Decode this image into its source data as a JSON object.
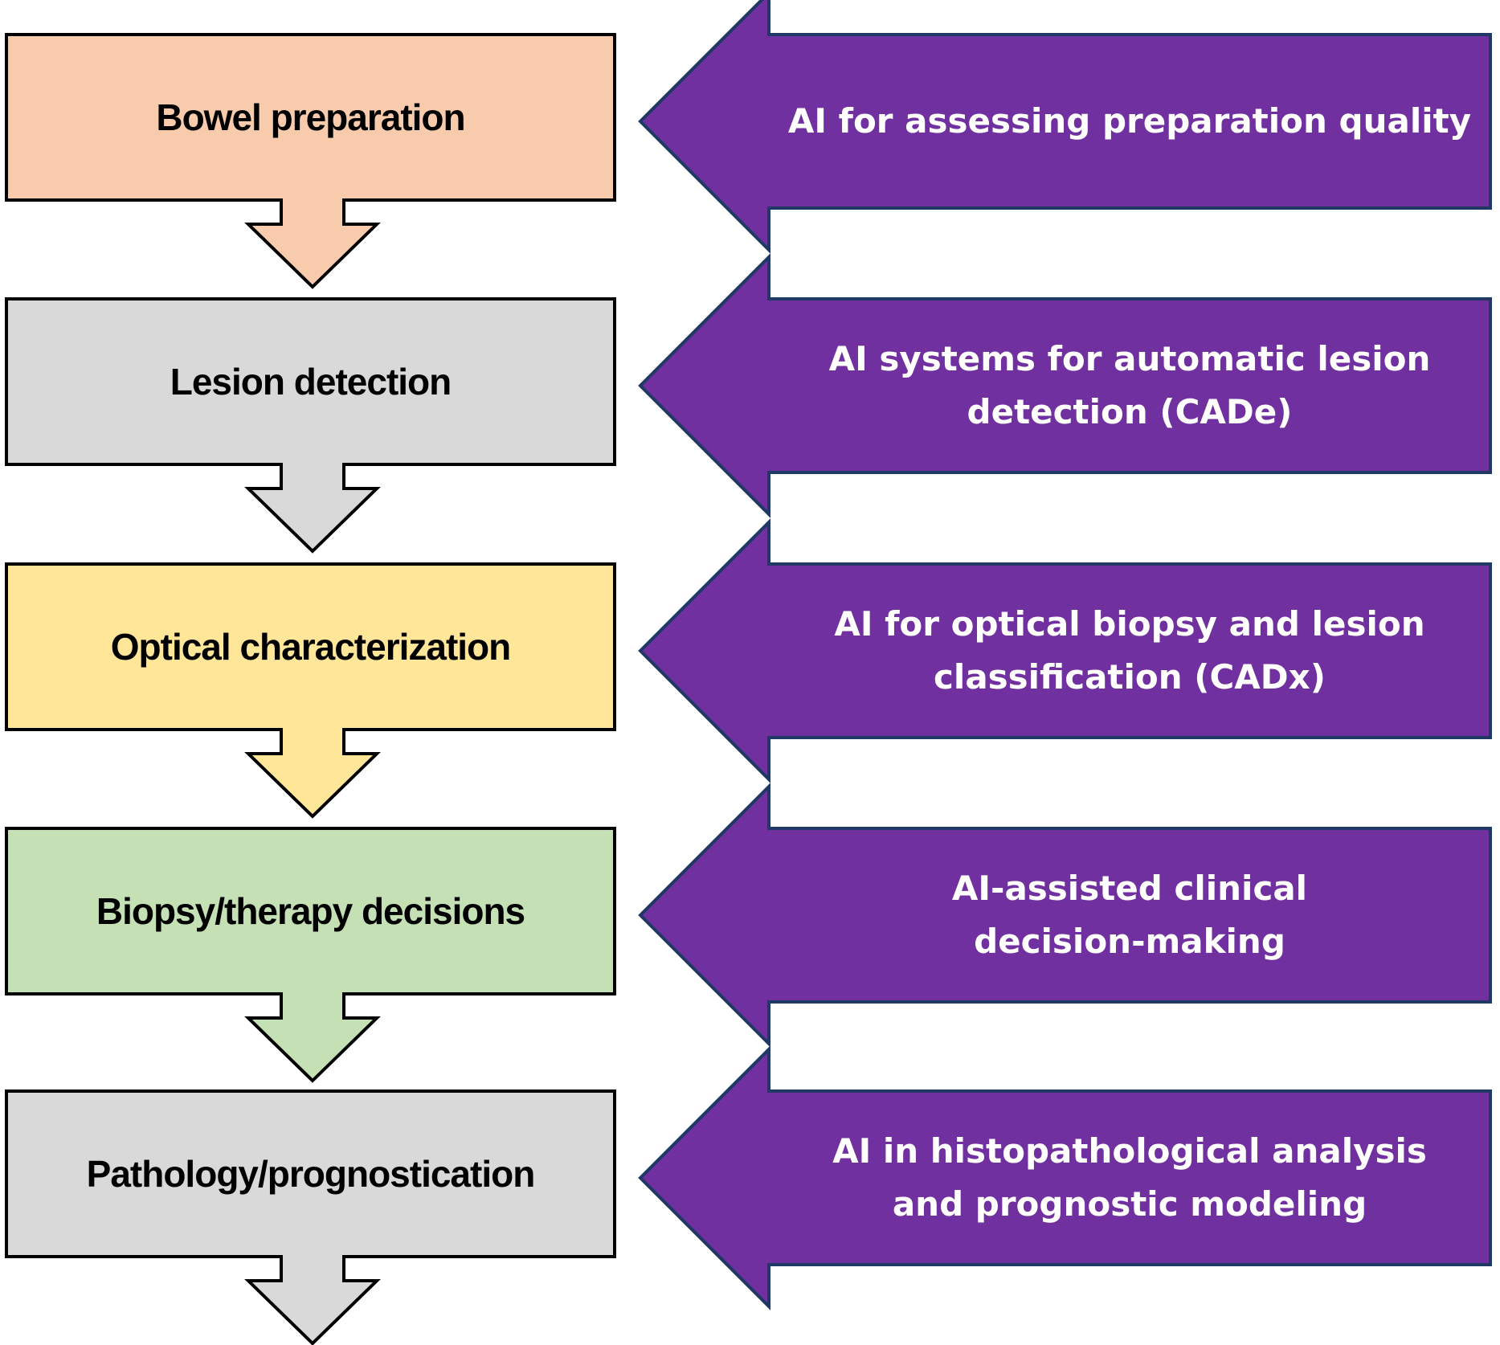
{
  "diagram": {
    "title_implicit": "Colonoscopy workflow steps with AI applications",
    "colors": {
      "background": "#FFFFFF",
      "ai_arrow_fill": "#70309F",
      "ai_arrow_border": "#1F3864",
      "step_border": "#000000",
      "step_text": "#000000",
      "ai_text": "#FFFFFF"
    },
    "rows": [
      {
        "step": "Bowel preparation",
        "step_color": "#F8CBAD",
        "ai": "AI for assessing preparation quality"
      },
      {
        "step": "Lesion detection",
        "step_color": "#D9D9D9",
        "ai": "AI systems for automatic lesion\ndetection (CADe)"
      },
      {
        "step": "Optical characterization",
        "step_color": "#FFE699",
        "ai": "AI for optical biopsy and lesion\nclassification (CADx)"
      },
      {
        "step": "Biopsy/therapy decisions",
        "step_color": "#C5E0B4",
        "ai": "AI-assisted clinical\ndecision-making"
      },
      {
        "step": "Pathology/prognostication",
        "step_color": "#D9D9D9",
        "ai": "AI in histopathological analysis\nand prognostic modeling"
      }
    ]
  }
}
